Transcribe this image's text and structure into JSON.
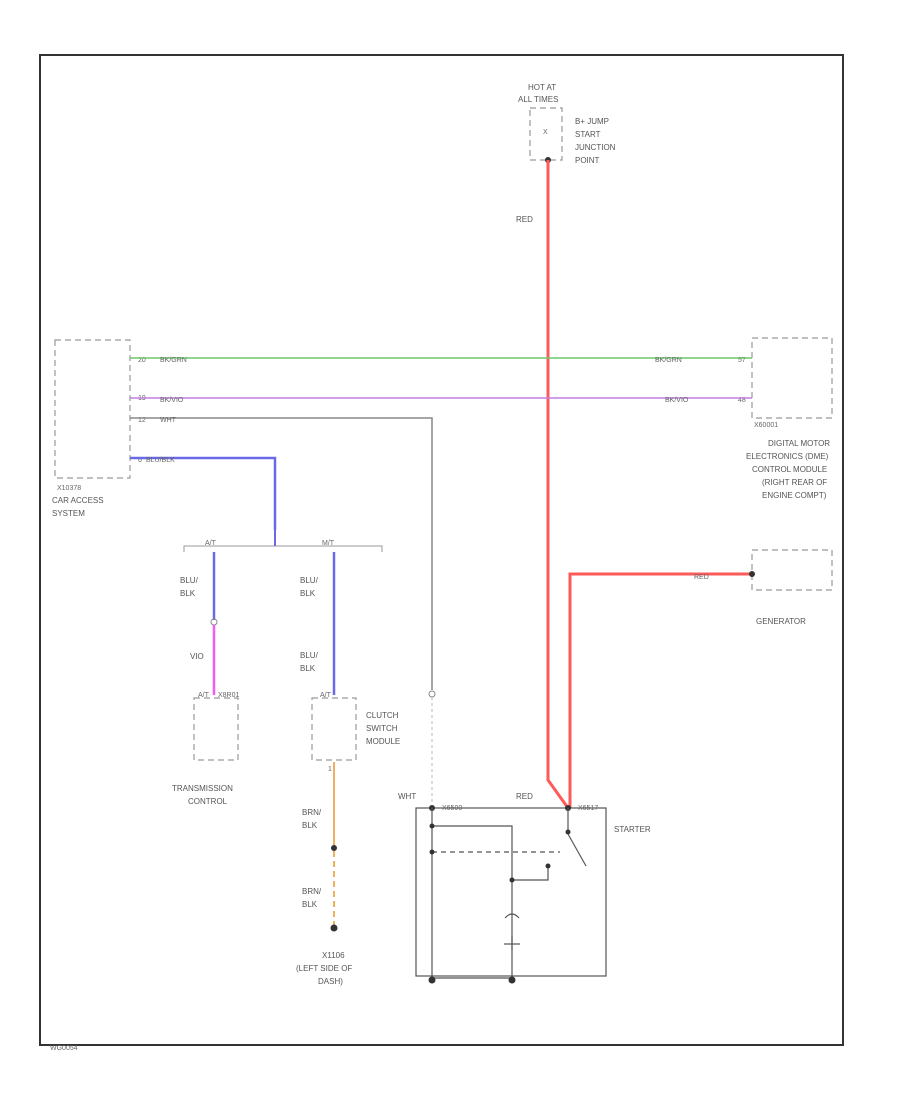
{
  "hot_at": {
    "line1": "HOT AT",
    "line2": "ALL TIMES"
  },
  "jump_start": {
    "pin": "X",
    "l1": "B+ JUMP",
    "l2": "START",
    "l3": "JUNCTION",
    "l4": "POINT"
  },
  "car_access": {
    "connector": "X10378",
    "l1": "CAR ACCESS",
    "l2": "SYSTEM",
    "pin1": "20",
    "pin2": "19",
    "pin3": "12",
    "pin4": "6"
  },
  "dme": {
    "connector": "X60001",
    "pin1": "57",
    "pin2": "48",
    "l1": "DIGITAL MOTOR",
    "l2": "ELECTRONICS (DME)",
    "l3": "CONTROL MODULE",
    "l4": "(RIGHT REAR OF",
    "l5": "ENGINE COMPT)"
  },
  "generator": {
    "label": "GENERATOR",
    "wire": "RED"
  },
  "wires": {
    "red_main": "RED",
    "bkgrn": "BK/GRN",
    "bkvio": "BK/VIO",
    "wht": "WHT",
    "blu_blk_long": "BLU/BLK",
    "blu_blk_l1": "BLU/",
    "blu_blk_l2": "BLK",
    "vio": "VIO",
    "brn_blk_l1": "BRN/",
    "brn_blk_l2": "BLK",
    "starter_wht": "WHT",
    "starter_red": "RED"
  },
  "splice": {
    "left": "A/T",
    "right": "M/T"
  },
  "trans_control": {
    "connector": "X8R01",
    "pin": "A/T",
    "l1": "TRANSMISSION",
    "l2": "CONTROL"
  },
  "clutch": {
    "pin": "A/T",
    "l1": "CLUTCH",
    "l2": "SWITCH",
    "l3": "MODULE",
    "pin_bottom": "1"
  },
  "ground": {
    "label": "X1106",
    "l1": "(LEFT SIDE OF",
    "l2": "DASH)"
  },
  "starter": {
    "label": "STARTER",
    "conn_left": "X6500",
    "conn_right": "X6517"
  },
  "footer": {
    "code": "WG0054"
  },
  "colors": {
    "red": "#ff5a5a",
    "green": "#6cc96c",
    "violet": "#c47ee0",
    "gray": "#888888",
    "blue": "#6a6ae8",
    "magenta": "#f25cf2",
    "orange": "#f0b060"
  }
}
